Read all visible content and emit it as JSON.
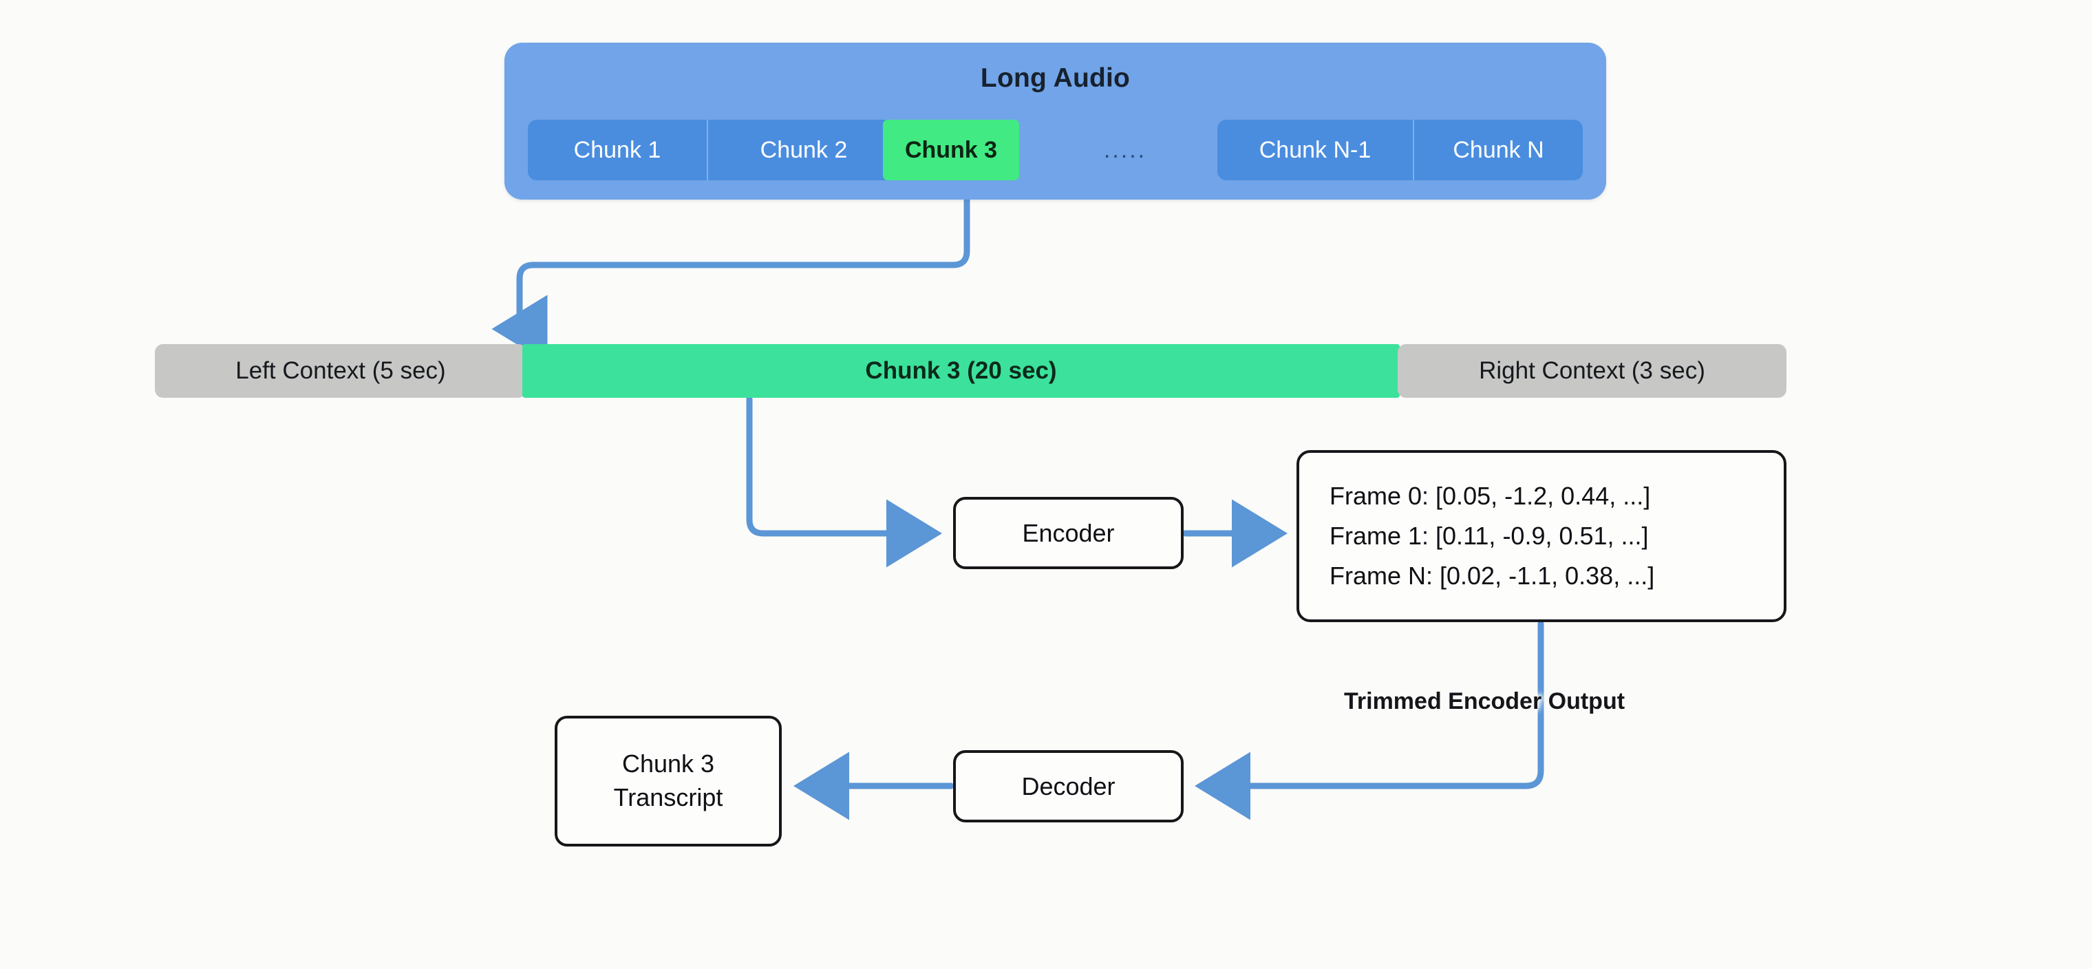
{
  "diagram": {
    "title": "Chunked Audio Transcription Pipeline",
    "background_color": "#fbfbf9",
    "accent_color": "#5b96d6",
    "long_audio": {
      "label": "Long Audio",
      "container_color": "#71a4e8",
      "chunk_color": "#4a8ddf",
      "highlight_color": "#41ea83",
      "chunks_left": [
        {
          "label": "Chunk 1"
        },
        {
          "label": "Chunk 2"
        }
      ],
      "highlighted_chunk": {
        "label": "Chunk 3"
      },
      "ellipsis": ".....",
      "chunks_right": [
        {
          "label": "Chunk N-1"
        },
        {
          "label": "Chunk N"
        }
      ]
    },
    "context_band": {
      "left_context": {
        "label": "Left Context (5 sec)",
        "color": "#c7c7c5"
      },
      "center_chunk": {
        "label": "Chunk 3 (20 sec)",
        "color": "#3ce29b"
      },
      "right_context": {
        "label": "Right Context (3 sec)",
        "color": "#c7c7c5"
      }
    },
    "encoder": {
      "label": "Encoder"
    },
    "decoder": {
      "label": "Decoder"
    },
    "encoder_output": {
      "lines": [
        "Frame 0: [0.05, -1.2, 0.44, ...]",
        "Frame 1: [0.11, -0.9, 0.51, ...]",
        "Frame N: [0.02, -1.1, 0.38, ...]"
      ]
    },
    "trimmed_label": "Trimmed Encoder Output",
    "transcript": {
      "line1": "Chunk 3",
      "line2": "Transcript"
    }
  }
}
